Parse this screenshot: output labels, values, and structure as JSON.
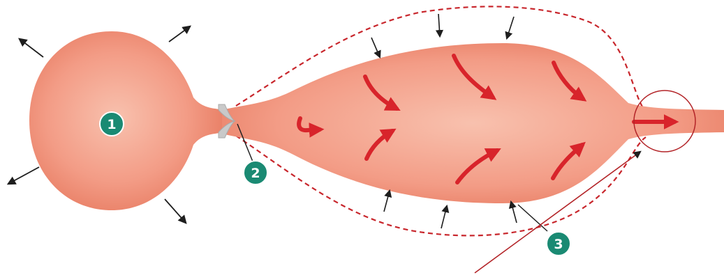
{
  "colors": {
    "body_fill": "#f39c86",
    "body_highlight": "#f8c1ae",
    "body_shadow": "#e77a60",
    "flow_arrow": "#d8242b",
    "dashed_outline": "#c8262c",
    "pressure_arrow": "#1e1e1e",
    "badge_fill": "#1a8a73",
    "badge_ring": "#ffffff",
    "annotation_line": "#b32428",
    "valve": "#c9c9c9"
  },
  "markers": [
    {
      "id": "marker-1",
      "label": "1"
    },
    {
      "id": "marker-2",
      "label": "2"
    },
    {
      "id": "marker-3",
      "label": "3"
    }
  ],
  "icons": {
    "outward_arrow": "outward-arrow-icon",
    "inward_arrow": "inward-pressure-arrow-icon",
    "flow_arrow": "flow-arrow-icon"
  }
}
